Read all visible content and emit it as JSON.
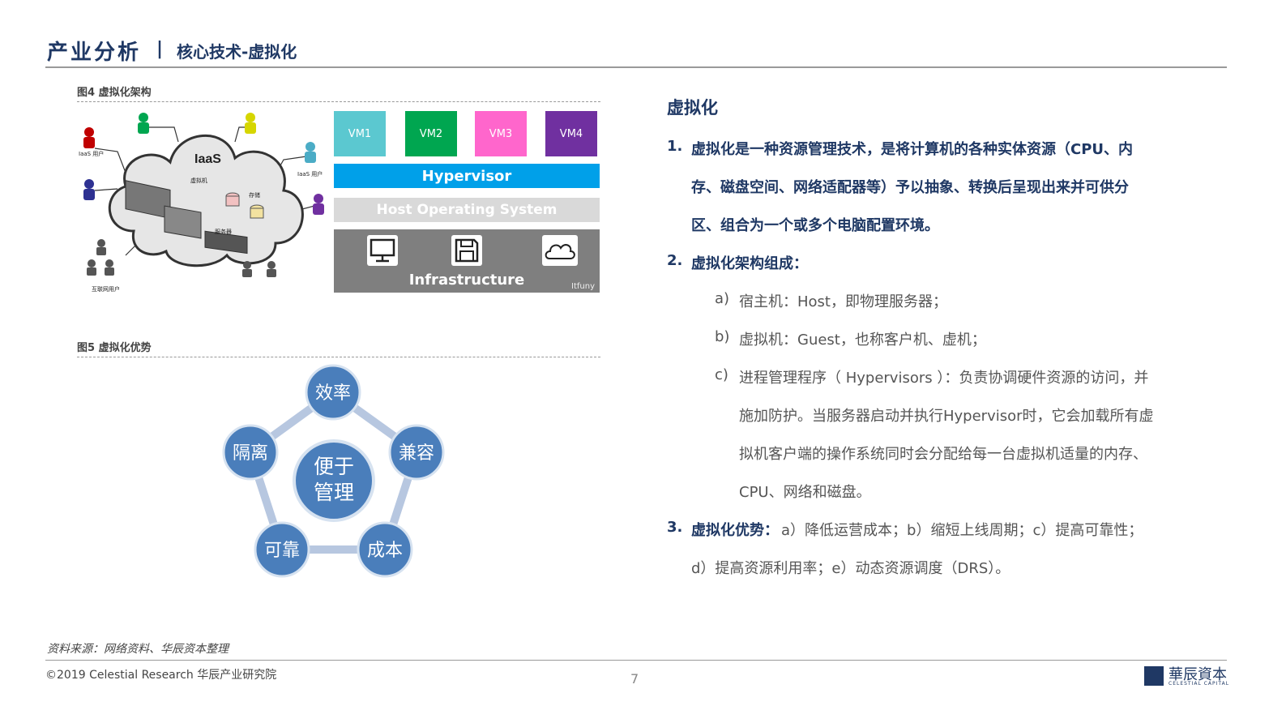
{
  "header": {
    "title": "产业分析",
    "separator": "|",
    "subtitle": "核心技术-虚拟化"
  },
  "figure4": {
    "caption": "图4 虚拟化架构",
    "cloud": {
      "iaas": "IaaS",
      "vm_label": "虚拟机",
      "storage_label": "存储",
      "server_label": "服务器",
      "iaas_user_left": "IaaS 用户",
      "iaas_user_right": "IaaS 用户",
      "internet_users": "互联网用户"
    },
    "stack": {
      "vms": [
        {
          "label": "VM1",
          "color": "#5bc8d0"
        },
        {
          "label": "VM2",
          "color": "#00a650"
        },
        {
          "label": "VM3",
          "color": "#ff66cc"
        },
        {
          "label": "VM4",
          "color": "#7030a0"
        }
      ],
      "hypervisor": "Hypervisor",
      "host_os": "Host Operating  System",
      "infrastructure": "Infrastructure",
      "watermark": "Itfuny",
      "icons": [
        "monitor-icon",
        "floppy-disk-icon",
        "cloud-icon"
      ]
    }
  },
  "figure5": {
    "caption": "图5 虚拟化优势",
    "center_line1": "便于",
    "center_line2": "管理",
    "nodes": [
      "效率",
      "兼容",
      "成本",
      "可靠",
      "隔离"
    ],
    "node_color": "#4a7ebb",
    "ring_color": "#b7c7e0"
  },
  "content": {
    "title": "虚拟化",
    "item1": {
      "num": "1.",
      "lines": [
        "虚拟化是一种资源管理技术，是将计算机的各种实体资源（CPU、内",
        "存、磁盘空间、网络适配器等）予以抽象、转换后呈现出来并可供分",
        "区、组合为一个或多个电脑配置环境。"
      ]
    },
    "item2": {
      "num": "2.",
      "text": "虚拟化架构组成：",
      "subs": [
        {
          "label": "a)",
          "lines": [
            "宿主机：Host，即物理服务器；"
          ]
        },
        {
          "label": "b)",
          "lines": [
            "虚拟机：Guest，也称客户机、虚机；"
          ]
        },
        {
          "label": "c)",
          "lines": [
            "进程管理程序（ Hypervisors ）：负责协调硬件资源的访问，并",
            "施加防护。当服务器启动并执行Hypervisor时，它会加载所有虚",
            "拟机客户端的操作系统同时会分配给每一台虚拟机适量的内存、",
            "CPU、网络和磁盘。"
          ]
        }
      ]
    },
    "item3": {
      "num": "3.",
      "bold": "虚拟化优势：",
      "line1": "a）降低运营成本；b）缩短上线周期；c）提高可靠性；",
      "line2": "d）提高资源利用率；e）动态资源调度（DRS）。"
    }
  },
  "footer": {
    "source": "资料来源：网络资料、华辰资本整理",
    "copyright": "©2019 Celestial Research 华辰产业研究院",
    "page": "7",
    "logo_cn": "華辰資本",
    "logo_en": "CELESTIAL CAPITAL"
  }
}
